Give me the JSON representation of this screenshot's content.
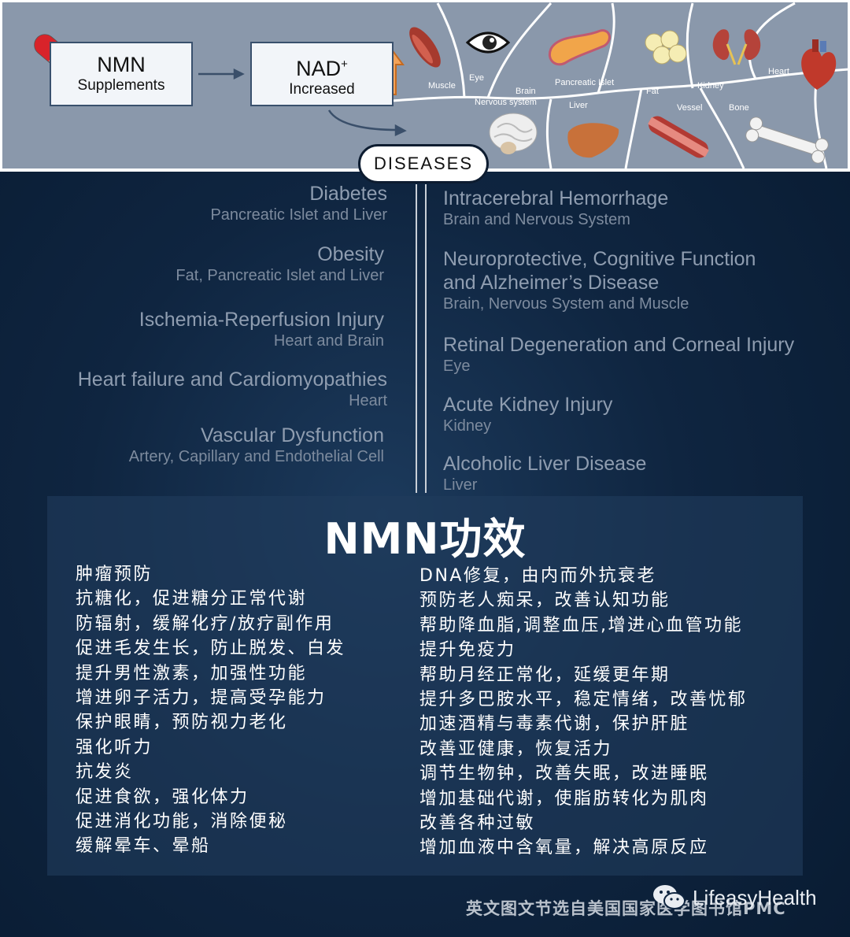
{
  "header": {
    "supplement_box": {
      "title": "NMN",
      "subtitle": "Supplements"
    },
    "nad_box": {
      "title": "NAD",
      "superscript": "+",
      "subtitle": "Increased"
    },
    "organ_labels": {
      "muscle": "Muscle",
      "eye": "Eye",
      "brain": "Brain",
      "nervous_system": "Nervous system",
      "pancreatic_islet": "Pancreatic Islet",
      "liver": "Liver",
      "fat": "Fat",
      "kidney": "Kidney",
      "vessel": "Vessel",
      "bone": "Bone",
      "heart": "Heart"
    },
    "diseases_label": "DISEASES"
  },
  "diseases": {
    "left": [
      {
        "name": "Diabetes",
        "organs": "Pancreatic Islet and Liver"
      },
      {
        "name": "Obesity",
        "organs": "Fat, Pancreatic Islet and Liver"
      },
      {
        "name": "Ischemia-Reperfusion Injury",
        "organs": "Heart and Brain"
      },
      {
        "name": "Heart failure and Cardiomyopathies",
        "organs": "Heart"
      },
      {
        "name": "Vascular Dysfunction",
        "organs": "Artery, Capillary and Endothelial Cell"
      }
    ],
    "right": [
      {
        "name": "Intracerebral Hemorrhage",
        "organs": "Brain and Nervous System"
      },
      {
        "name": "Neuroprotective, Cognitive Function",
        "name_line2": "and Alzheimer’s Disease",
        "organs": "Brain, Nervous System and Muscle"
      },
      {
        "name": "Retinal Degeneration and Corneal Injury",
        "organs": "Eye"
      },
      {
        "name": "Acute Kidney Injury",
        "organs": "Kidney"
      },
      {
        "name": "Alcoholic Liver Disease",
        "organs": "Liver"
      }
    ]
  },
  "benefits": {
    "title": "NMN功效",
    "left": [
      "肿瘤预防",
      "抗糖化，促进糖分正常代谢",
      "防辐射，缓解化疗/放疗副作用",
      "促进毛发生长，防止脱发、白发",
      "提升男性激素，加强性功能",
      "增进卵子活力，提高受孕能力",
      "保护眼睛，预防视力老化",
      "强化听力",
      "抗发炎",
      "促进食欲，强化体力",
      "促进消化功能，消除便秘",
      "缓解晕车、晕船"
    ],
    "right": [
      "DNA修复，由内而外抗衰老",
      "预防老人痴呆，改善认知功能",
      "帮助降血脂,调整血压,增进心血管功能",
      "提升免疫力",
      "帮助月经正常化，延缓更年期",
      "提升多巴胺水平，稳定情绪，改善忧郁",
      "加速酒精与毒素代谢，保护肝脏",
      "改善亚健康，恢复活力",
      "调节生物钟，改善失眠，改进睡眠",
      "增加基础代谢，使脂肪转化为肌肉",
      "改善各种过敏",
      "增加血液中含氧量，解决高原反应"
    ]
  },
  "footer": {
    "source_note": "英文图文节选自美国国家医学图书馆PMC",
    "watermark": "LifeasyHealth"
  },
  "colors": {
    "banner_bg": "#8a98ab",
    "page_bg": "#0f2540",
    "arrow_orange": "#f3a35a",
    "pill_red": "#d8232a"
  }
}
